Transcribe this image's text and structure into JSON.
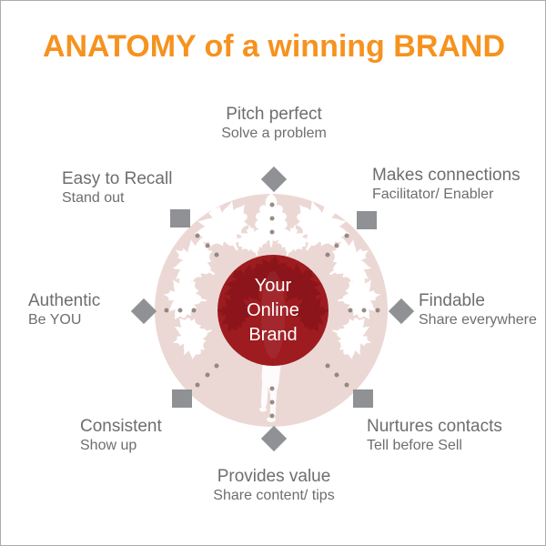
{
  "title": "ANATOMY of a winning BRAND",
  "center": {
    "line1": "Your",
    "line2": "Online",
    "line3": "Brand"
  },
  "spokes": [
    {
      "id": "top",
      "title": "Pitch perfect",
      "subtitle": "Solve a problem",
      "marker": "diamond"
    },
    {
      "id": "top-right",
      "title": "Makes connections",
      "subtitle": "Facilitator/ Enabler",
      "marker": "square"
    },
    {
      "id": "right",
      "title": "Findable",
      "subtitle": "Share everywhere",
      "marker": "diamond"
    },
    {
      "id": "bottom-right",
      "title": "Nurtures contacts",
      "subtitle": "Tell before Sell",
      "marker": "square"
    },
    {
      "id": "bottom",
      "title": "Provides value",
      "subtitle": "Share content/ tips",
      "marker": "diamond"
    },
    {
      "id": "bottom-left",
      "title": "Consistent",
      "subtitle": "Show up",
      "marker": "square"
    },
    {
      "id": "left",
      "title": "Authentic",
      "subtitle": "Be YOU",
      "marker": "diamond"
    },
    {
      "id": "top-left",
      "title": "Easy to Recall",
      "subtitle": "Stand out",
      "marker": "square"
    }
  ],
  "colors": {
    "title_orange": "#f6921e",
    "label_gray": "#6d6e70",
    "marker_gray": "#8f9194",
    "outer_circle_pink": "#ebd8d5",
    "inner_circle_red": "#9e1b20",
    "leaf_white": "#ffffff",
    "dot_brown_gray": "#877a70"
  }
}
